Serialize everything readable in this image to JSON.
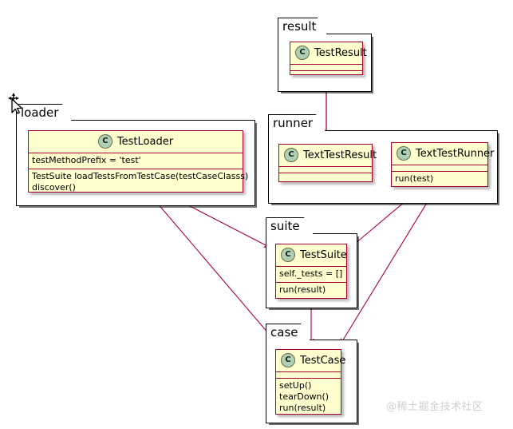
{
  "diagram": {
    "type": "uml-class-diagram",
    "background": "#ffffff",
    "class_fill": "#FEFECE",
    "class_border": "#A80036",
    "edge_color": "#A80036",
    "icon_fill": "#ADD1B2",
    "package_border": "#000000"
  },
  "packages": [
    {
      "id": "result",
      "label": "result"
    },
    {
      "id": "loader",
      "label": "loader"
    },
    {
      "id": "runner",
      "label": "runner"
    },
    {
      "id": "suite",
      "label": "suite"
    },
    {
      "id": "case",
      "label": "case"
    }
  ],
  "classes": {
    "test_result": {
      "stereotype": "C",
      "name": "TestResult",
      "attributes": [],
      "methods": []
    },
    "test_loader": {
      "stereotype": "C",
      "name": "TestLoader",
      "attributes": [
        "testMethodPrefix = 'test'"
      ],
      "methods": [
        "TestSuite loadTestsFromTestCase(testCaseClasss)",
        "discover()"
      ]
    },
    "text_test_result": {
      "stereotype": "C",
      "name": "TextTestResult",
      "attributes": [],
      "methods": []
    },
    "text_test_runner": {
      "stereotype": "C",
      "name": "TextTestRunner",
      "attributes": [],
      "methods": [
        "run(test)"
      ]
    },
    "test_suite": {
      "stereotype": "C",
      "name": "TestSuite",
      "attributes": [
        "self._tests = []"
      ],
      "methods": [
        "run(result)"
      ]
    },
    "test_case": {
      "stereotype": "C",
      "name": "TestCase",
      "attributes": [],
      "methods": [
        "setUp()",
        "tearDown()",
        "run(result)"
      ]
    }
  },
  "edges": [
    {
      "from": "TextTestResult",
      "to": "TestResult",
      "kind": "inheritance"
    },
    {
      "from": "TestLoader",
      "to": "TestSuite",
      "kind": "association"
    },
    {
      "from": "TestLoader",
      "to": "TestCase",
      "kind": "association"
    },
    {
      "from": "TextTestRunner",
      "to": "TestSuite",
      "kind": "association"
    },
    {
      "from": "TextTestRunner",
      "to": "TestCase",
      "kind": "association"
    },
    {
      "from": "TestSuite",
      "to": "TestCase",
      "kind": "association"
    }
  ],
  "watermark": {
    "text": "@稀土掘金技术社区"
  },
  "cursor": {
    "type": "move-cursor"
  }
}
